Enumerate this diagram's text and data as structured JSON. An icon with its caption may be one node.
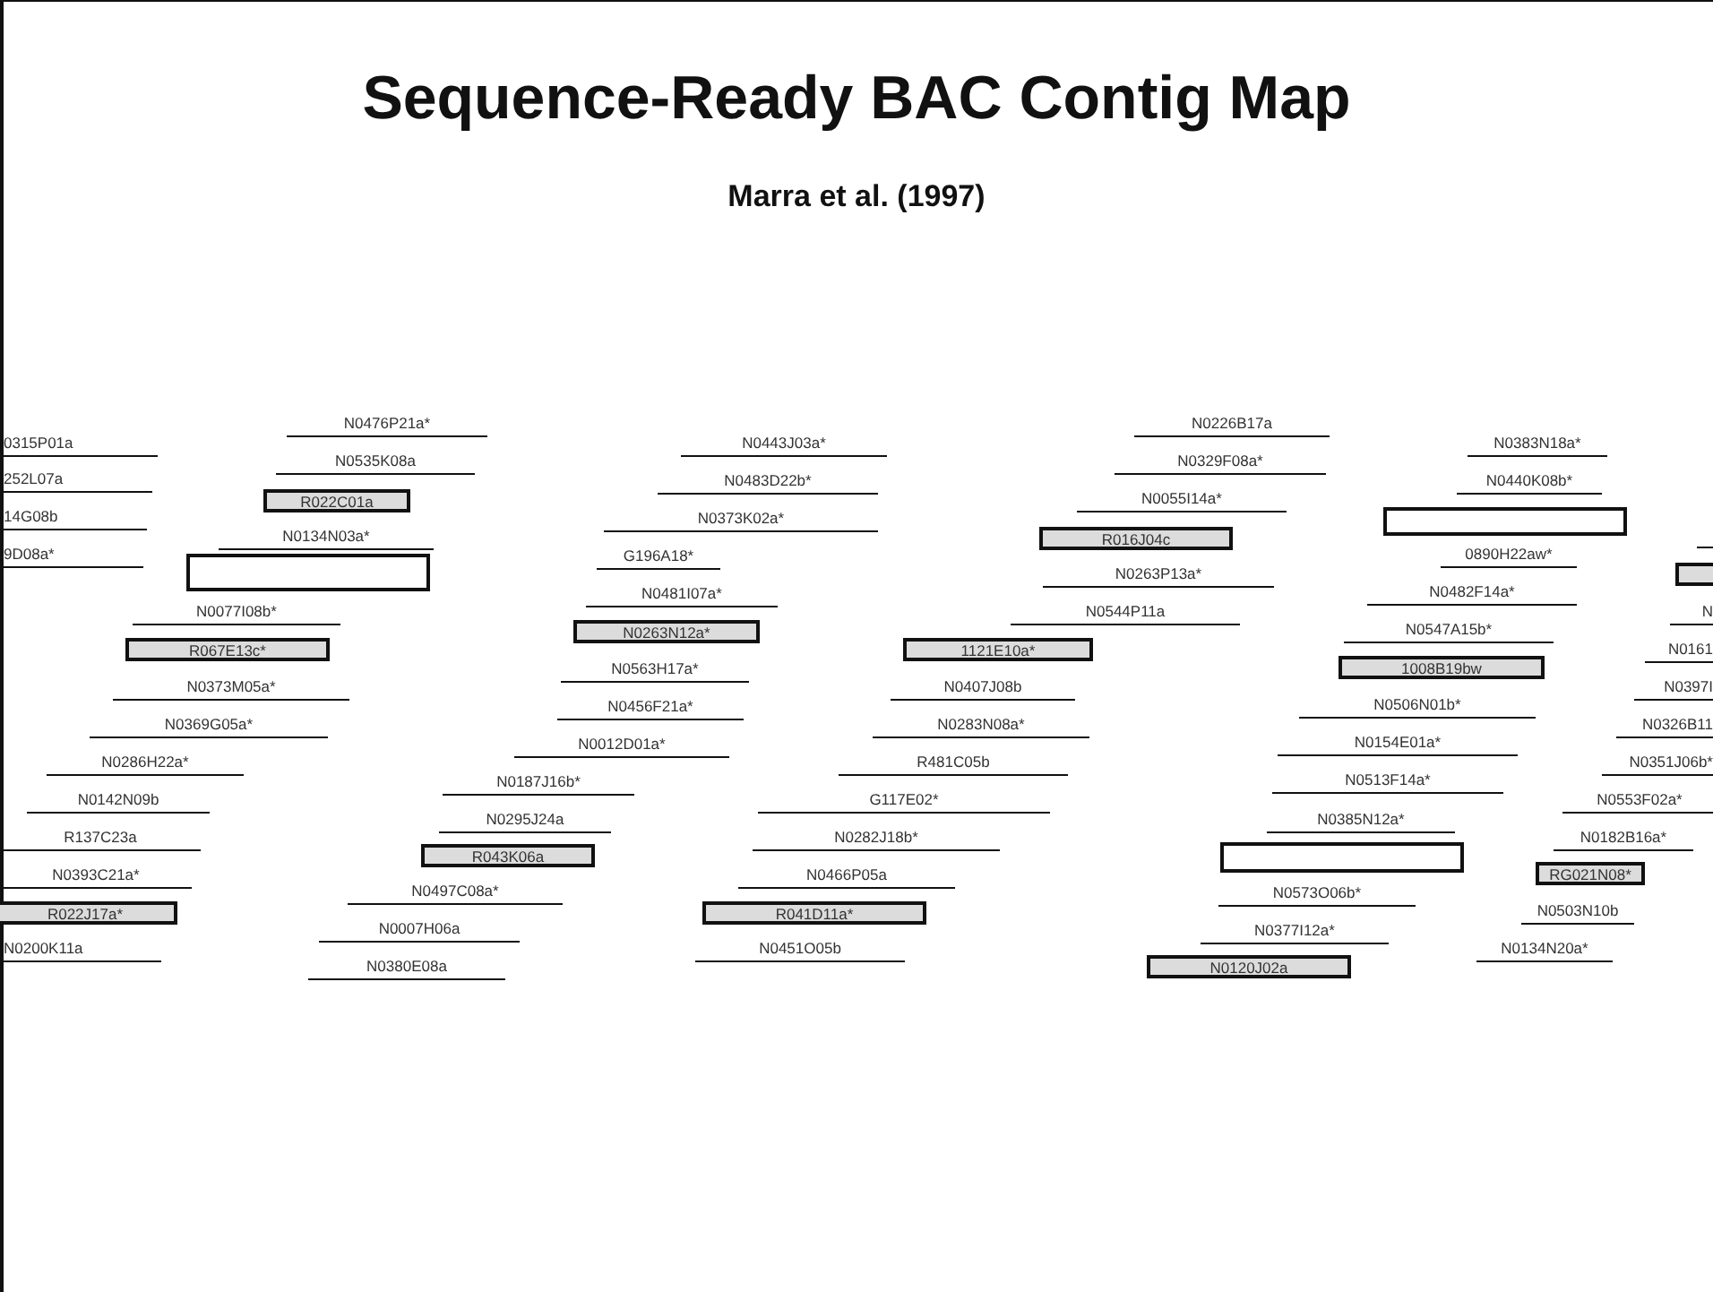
{
  "diagram": {
    "title": "Sequence-Ready BAC Contig Map",
    "nodes": [
      {
        "text": [
          "R022C01a"
        ]
      },
      {
        "text": [],
        "shape": "box"
      },
      {
        "text": [
          "R067E13c*"
        ]
      },
      {
        "text": [
          "R022J17a*"
        ]
      },
      {
        "text": [
          "N0263N12a*"
        ]
      },
      {
        "text": [
          "R043K06a"
        ]
      },
      {
        "text": [
          "1121E10a*"
        ]
      },
      {
        "text": [
          "R041D11a*"
        ]
      },
      {
        "text": [
          "R016J04c"
        ]
      },
      {
        "text": [],
        "shape": "box"
      },
      {
        "text": [
          "N0120J02a"
        ]
      },
      {
        "text": [],
        "shape": "box"
      },
      {
        "text": [
          "1008B19bw"
        ]
      },
      {
        "text": [
          "RG021N08*"
        ]
      },
      {
        "text": [],
        "shape": "box"
      }
    ],
    "labels": [
      "Marra et al. (1997)",
      "0315P01a",
      "252L07a",
      "14G08b",
      "9D08a*",
      "N0476P21a*",
      "N0535K08a",
      "N0134N03a*",
      "N0077I08b*",
      "N0373M05a*",
      "N0369G05a*",
      "N0286H22a*",
      "N0142N09b",
      "R137C23a",
      "N0393C21a*",
      "N0200K11a",
      "N0443J03a*",
      "N0483D22b*",
      "N0373K02a*",
      "G196A18*",
      "N0481I07a*",
      "N0563H17a*",
      "N0456F21a*",
      "N0012D01a*",
      "N0187J16b*",
      "N0295J24a",
      "N0497C08a*",
      "N0007H06a",
      "N0380E08a",
      "N0407J08b",
      "N0283N08a*",
      "R481C05b",
      "G117E02*",
      "N0282J18b*",
      "N0466P05a",
      "N0451O05b",
      "N0226B17a",
      "N0329F08a*",
      "N0055I14a*",
      "N0263P13a*",
      "N0544P11a",
      "N0385N12a*",
      "N0573O06b*",
      "N0377I12a*",
      "N0383N18a*",
      "N0440K08b*",
      "0890H22aw*",
      "N0482F14a*",
      "N0547A15b*",
      "N0506N01b*",
      "N0154E01a*",
      "N0513F14a*",
      "N0553F02a*",
      "N0182B16a*",
      "N0503N10b",
      "N0134N20a*",
      "N",
      "N0161",
      "N0397I",
      "N0326B11",
      "N0351J06b*"
    ]
  }
}
